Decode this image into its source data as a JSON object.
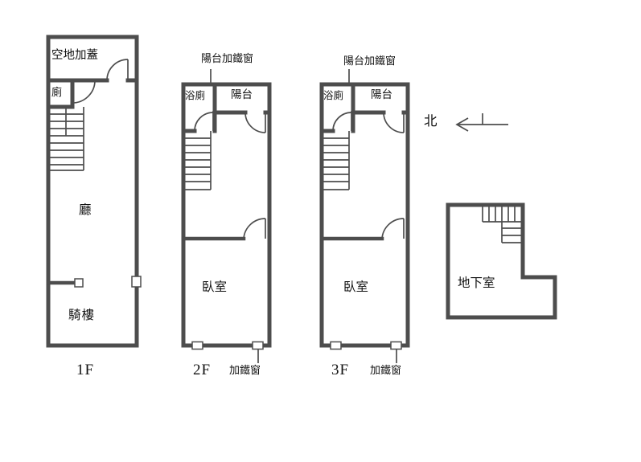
{
  "colors": {
    "wall": "#4d4d4d",
    "text": "#111111",
    "background": "#ffffff"
  },
  "f1": {
    "floor_label": "1F",
    "open_space": "空地加蓋",
    "toilet": "廁",
    "living_room": "廳",
    "arcade": "騎樓"
  },
  "f2": {
    "floor_label": "2F",
    "balcony_note": "陽台加鐵窗",
    "bathroom": "浴廁",
    "balcony": "陽台",
    "bedroom": "臥室",
    "window_note": "加鐵窗"
  },
  "f3": {
    "floor_label": "3F",
    "balcony_note": "陽台加鐵窗",
    "bathroom": "浴廁",
    "balcony": "陽台",
    "bedroom": "臥室",
    "window_note": "加鐵窗"
  },
  "basement": {
    "room_label": "地下室"
  },
  "compass": {
    "north": "北"
  }
}
